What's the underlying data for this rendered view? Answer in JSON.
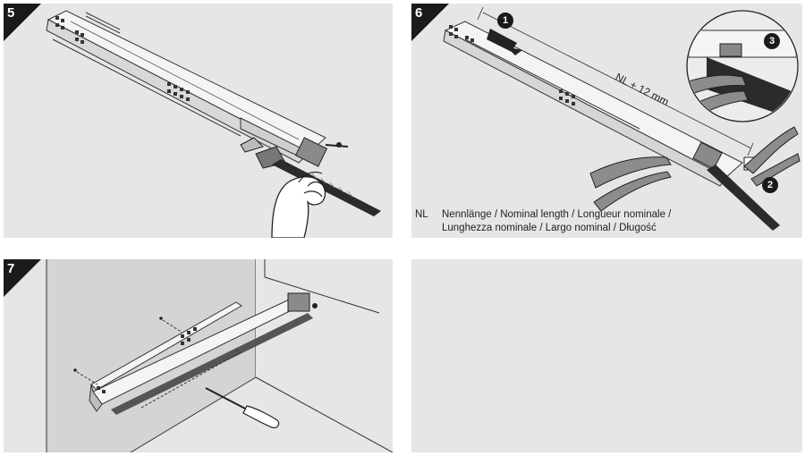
{
  "steps": [
    {
      "number": "5"
    },
    {
      "number": "6"
    },
    {
      "number": "7"
    }
  ],
  "panel6": {
    "dimension": "NL + 12 mm",
    "callouts": [
      "1",
      "2",
      "3"
    ],
    "legend_abbr": "NL",
    "legend_line1": "Nennlänge / Nominal length / Longueur nominale /",
    "legend_line2": "Lunghezza nominale / Largo nominal / Długość"
  },
  "colors": {
    "panel_bg": "#e6e6e6",
    "ink": "#1a1a1a",
    "rail": "#f2f2f2",
    "rack": "#2b2b2b"
  },
  "icons": [
    "hand-icon",
    "pliers-icon",
    "screwdriver-icon",
    "arrow-icon"
  ]
}
